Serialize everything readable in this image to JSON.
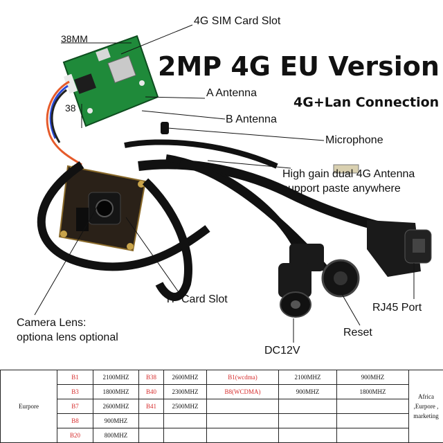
{
  "product": {
    "headline": "2MP 4G EU Version",
    "subheadline": "4G+Lan Connection"
  },
  "callouts": {
    "board_width": "38MM",
    "board_height": "38",
    "sim_slot": "4G SIM Card Slot",
    "antenna_a": "A Antenna",
    "antenna_b": "B Antenna",
    "microphone": "Microphone",
    "antenna_note_line1": "High gain dual 4G Antenna",
    "antenna_note_line2": "support paste anywhere",
    "tf_slot": "TF Card Slot",
    "lens_line1": "Camera Lens:",
    "lens_line2": "optiona lens optional",
    "rj45": "RJ45 Port",
    "reset": "Reset",
    "power": "DC12V"
  },
  "band_table": {
    "region": "Eurpore",
    "markets_line1": "Africa ,Eurpore ,",
    "markets_line2": "marketing",
    "rows": [
      [
        "B1",
        "2100MHZ",
        "B38",
        "2600MHZ",
        "B1(wcdma)",
        "2100MHZ",
        "900MHZ"
      ],
      [
        "B3",
        "1800MHZ",
        "B40",
        "2300MHZ",
        "B8(WCDMA)",
        "900MHZ",
        "1800MHZ"
      ],
      [
        "B7",
        "2600MHZ",
        "B41",
        "2500MHZ",
        "",
        "",
        ""
      ],
      [
        "B8",
        "900MHZ",
        "",
        "",
        "",
        "",
        ""
      ],
      [
        "B20",
        "800MHZ",
        "",
        "",
        "",
        "",
        ""
      ]
    ]
  },
  "colors": {
    "band_red": "#d62b2b",
    "pcb_green": "#1f8a3a",
    "pcb_dark": "#2a2118",
    "cable_black": "#111111"
  }
}
